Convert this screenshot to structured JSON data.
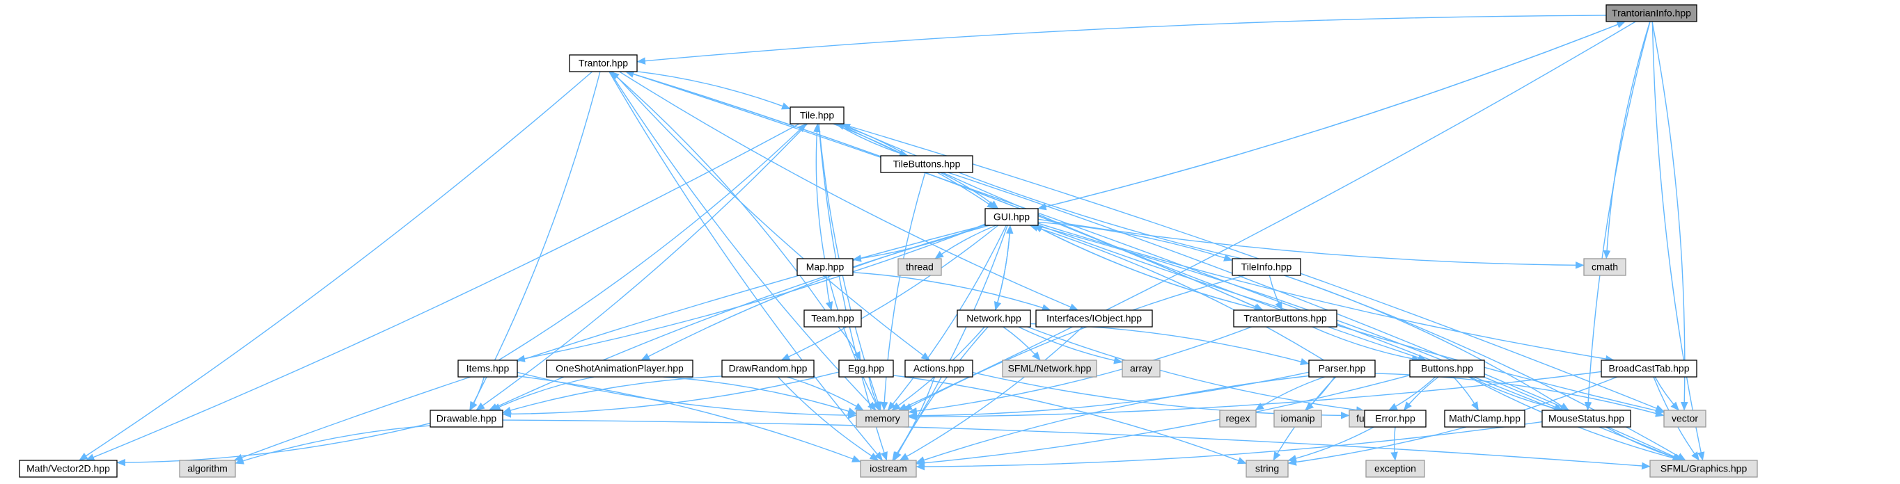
{
  "colors": {
    "edge": "#63b8ff",
    "border": "#000000",
    "root_fill": "#999999",
    "file_fill": "#ffffff",
    "system_fill": "#e0e0e0",
    "system_border": "#999999",
    "text": "#000000"
  },
  "nodes": [
    {
      "id": "trantorianinfo",
      "label": "TrantorianInfo.hpp",
      "kind": "root"
    },
    {
      "id": "trantor",
      "label": "Trantor.hpp",
      "kind": "file"
    },
    {
      "id": "tile",
      "label": "Tile.hpp",
      "kind": "file"
    },
    {
      "id": "tilebuttons",
      "label": "TileButtons.hpp",
      "kind": "file"
    },
    {
      "id": "gui",
      "label": "GUI.hpp",
      "kind": "file"
    },
    {
      "id": "map",
      "label": "Map.hpp",
      "kind": "file"
    },
    {
      "id": "thread",
      "label": "thread",
      "kind": "system"
    },
    {
      "id": "tileinfo",
      "label": "TileInfo.hpp",
      "kind": "file"
    },
    {
      "id": "cmath",
      "label": "cmath",
      "kind": "system"
    },
    {
      "id": "team",
      "label": "Team.hpp",
      "kind": "file"
    },
    {
      "id": "network",
      "label": "Network.hpp",
      "kind": "file"
    },
    {
      "id": "iobject",
      "label": "Interfaces/IObject.hpp",
      "kind": "file"
    },
    {
      "id": "trantorbuttons",
      "label": "TrantorButtons.hpp",
      "kind": "file"
    },
    {
      "id": "items",
      "label": "Items.hpp",
      "kind": "file"
    },
    {
      "id": "oneshot",
      "label": "OneShotAnimationPlayer.hpp",
      "kind": "file"
    },
    {
      "id": "drawrandom",
      "label": "DrawRandom.hpp",
      "kind": "file"
    },
    {
      "id": "egg",
      "label": "Egg.hpp",
      "kind": "file"
    },
    {
      "id": "actions",
      "label": "Actions.hpp",
      "kind": "file"
    },
    {
      "id": "sfmlnetwork",
      "label": "SFML/Network.hpp",
      "kind": "system"
    },
    {
      "id": "array",
      "label": "array",
      "kind": "system"
    },
    {
      "id": "parser",
      "label": "Parser.hpp",
      "kind": "file"
    },
    {
      "id": "buttons",
      "label": "Buttons.hpp",
      "kind": "file"
    },
    {
      "id": "broadcasttab",
      "label": "BroadCastTab.hpp",
      "kind": "file"
    },
    {
      "id": "drawable",
      "label": "Drawable.hpp",
      "kind": "file"
    },
    {
      "id": "memory",
      "label": "memory",
      "kind": "system"
    },
    {
      "id": "regex",
      "label": "regex",
      "kind": "system"
    },
    {
      "id": "iomanip",
      "label": "iomanip",
      "kind": "system"
    },
    {
      "id": "functional",
      "label": "functional",
      "kind": "system"
    },
    {
      "id": "error",
      "label": "Error.hpp",
      "kind": "file"
    },
    {
      "id": "mathclamp",
      "label": "Math/Clamp.hpp",
      "kind": "file"
    },
    {
      "id": "mousestatus",
      "label": "MouseStatus.hpp",
      "kind": "file"
    },
    {
      "id": "vector",
      "label": "vector",
      "kind": "system"
    },
    {
      "id": "mathvector2d",
      "label": "Math/Vector2D.hpp",
      "kind": "file"
    },
    {
      "id": "algorithm",
      "label": "algorithm",
      "kind": "system"
    },
    {
      "id": "iostream",
      "label": "iostream",
      "kind": "system"
    },
    {
      "id": "string",
      "label": "string",
      "kind": "system"
    },
    {
      "id": "exception",
      "label": "exception",
      "kind": "system"
    },
    {
      "id": "sfmlgraphics",
      "label": "SFML/Graphics.hpp",
      "kind": "system"
    }
  ],
  "edges": [
    [
      "trantorianinfo",
      "trantor"
    ],
    [
      "trantorianinfo",
      "gui"
    ],
    [
      "trantorianinfo",
      "cmath"
    ],
    [
      "trantorianinfo",
      "memory"
    ],
    [
      "trantorianinfo",
      "mousestatus"
    ],
    [
      "trantorianinfo",
      "vector"
    ],
    [
      "trantorianinfo",
      "sfmlgraphics"
    ],
    [
      "trantor",
      "tile"
    ],
    [
      "trantor",
      "iobject"
    ],
    [
      "trantor",
      "trantorbuttons"
    ],
    [
      "trantor",
      "actions"
    ],
    [
      "trantor",
      "drawable"
    ],
    [
      "trantor",
      "memory"
    ],
    [
      "trantor",
      "mathvector2d"
    ],
    [
      "trantor",
      "iostream"
    ],
    [
      "trantor",
      "sfmlgraphics"
    ],
    [
      "tile",
      "tilebuttons"
    ],
    [
      "tile",
      "gui"
    ],
    [
      "tile",
      "buttons"
    ],
    [
      "tile",
      "drawable"
    ],
    [
      "tile",
      "memory"
    ],
    [
      "tile",
      "mathvector2d"
    ],
    [
      "tile",
      "iostream"
    ],
    [
      "tile",
      "vector"
    ],
    [
      "tilebuttons",
      "tile"
    ],
    [
      "tilebuttons",
      "gui"
    ],
    [
      "tilebuttons",
      "memory"
    ],
    [
      "tilebuttons",
      "sfmlgraphics"
    ],
    [
      "gui",
      "trantorianinfo"
    ],
    [
      "gui",
      "map"
    ],
    [
      "gui",
      "thread"
    ],
    [
      "gui",
      "tileinfo"
    ],
    [
      "gui",
      "cmath"
    ],
    [
      "gui",
      "network"
    ],
    [
      "gui",
      "trantorbuttons"
    ],
    [
      "gui",
      "items"
    ],
    [
      "gui",
      "oneshot"
    ],
    [
      "gui",
      "drawrandom"
    ],
    [
      "gui",
      "broadcasttab"
    ],
    [
      "gui",
      "mousestatus"
    ],
    [
      "gui",
      "drawable"
    ],
    [
      "gui",
      "memory"
    ],
    [
      "gui",
      "algorithm"
    ],
    [
      "gui",
      "iostream"
    ],
    [
      "gui",
      "vector"
    ],
    [
      "map",
      "tile"
    ],
    [
      "map",
      "team"
    ],
    [
      "map",
      "iobject"
    ],
    [
      "map",
      "memory"
    ],
    [
      "tileinfo",
      "tile"
    ],
    [
      "tileinfo",
      "trantorbuttons"
    ],
    [
      "tileinfo",
      "mousestatus"
    ],
    [
      "tileinfo",
      "memory"
    ],
    [
      "tileinfo",
      "sfmlgraphics"
    ],
    [
      "team",
      "trantor"
    ],
    [
      "team",
      "egg"
    ],
    [
      "network",
      "gui"
    ],
    [
      "network",
      "sfmlnetwork"
    ],
    [
      "network",
      "array"
    ],
    [
      "network",
      "parser"
    ],
    [
      "network",
      "error"
    ],
    [
      "network",
      "memory"
    ],
    [
      "network",
      "iostream"
    ],
    [
      "iobject",
      "iostream"
    ],
    [
      "trantorbuttons",
      "trantor"
    ],
    [
      "trantorbuttons",
      "gui"
    ],
    [
      "trantorbuttons",
      "buttons"
    ],
    [
      "trantorbuttons",
      "memory"
    ],
    [
      "items",
      "tile"
    ],
    [
      "items",
      "drawable"
    ],
    [
      "items",
      "memory"
    ],
    [
      "items",
      "iostream"
    ],
    [
      "oneshot",
      "drawable"
    ],
    [
      "oneshot",
      "memory"
    ],
    [
      "drawrandom",
      "drawable"
    ],
    [
      "drawrandom",
      "memory"
    ],
    [
      "drawrandom",
      "iostream"
    ],
    [
      "egg",
      "drawable"
    ],
    [
      "egg",
      "memory"
    ],
    [
      "egg",
      "string"
    ],
    [
      "actions",
      "functional"
    ],
    [
      "actions",
      "iostream"
    ],
    [
      "parser",
      "gui"
    ],
    [
      "parser",
      "memory"
    ],
    [
      "parser",
      "regex"
    ],
    [
      "parser",
      "iomanip"
    ],
    [
      "parser",
      "string"
    ],
    [
      "parser",
      "vector"
    ],
    [
      "parser",
      "iostream"
    ],
    [
      "buttons",
      "functional"
    ],
    [
      "buttons",
      "error"
    ],
    [
      "buttons",
      "mathclamp"
    ],
    [
      "buttons",
      "mousestatus"
    ],
    [
      "buttons",
      "iostream"
    ],
    [
      "buttons",
      "sfmlgraphics"
    ],
    [
      "broadcasttab",
      "memory"
    ],
    [
      "broadcasttab",
      "vector"
    ],
    [
      "broadcasttab",
      "string"
    ],
    [
      "broadcasttab",
      "sfmlgraphics"
    ],
    [
      "drawable",
      "mathvector2d"
    ],
    [
      "drawable",
      "algorithm"
    ],
    [
      "drawable",
      "sfmlgraphics"
    ],
    [
      "error",
      "exception"
    ],
    [
      "error",
      "string"
    ],
    [
      "mousestatus",
      "sfmlgraphics"
    ],
    [
      "mousestatus",
      "iostream"
    ]
  ]
}
